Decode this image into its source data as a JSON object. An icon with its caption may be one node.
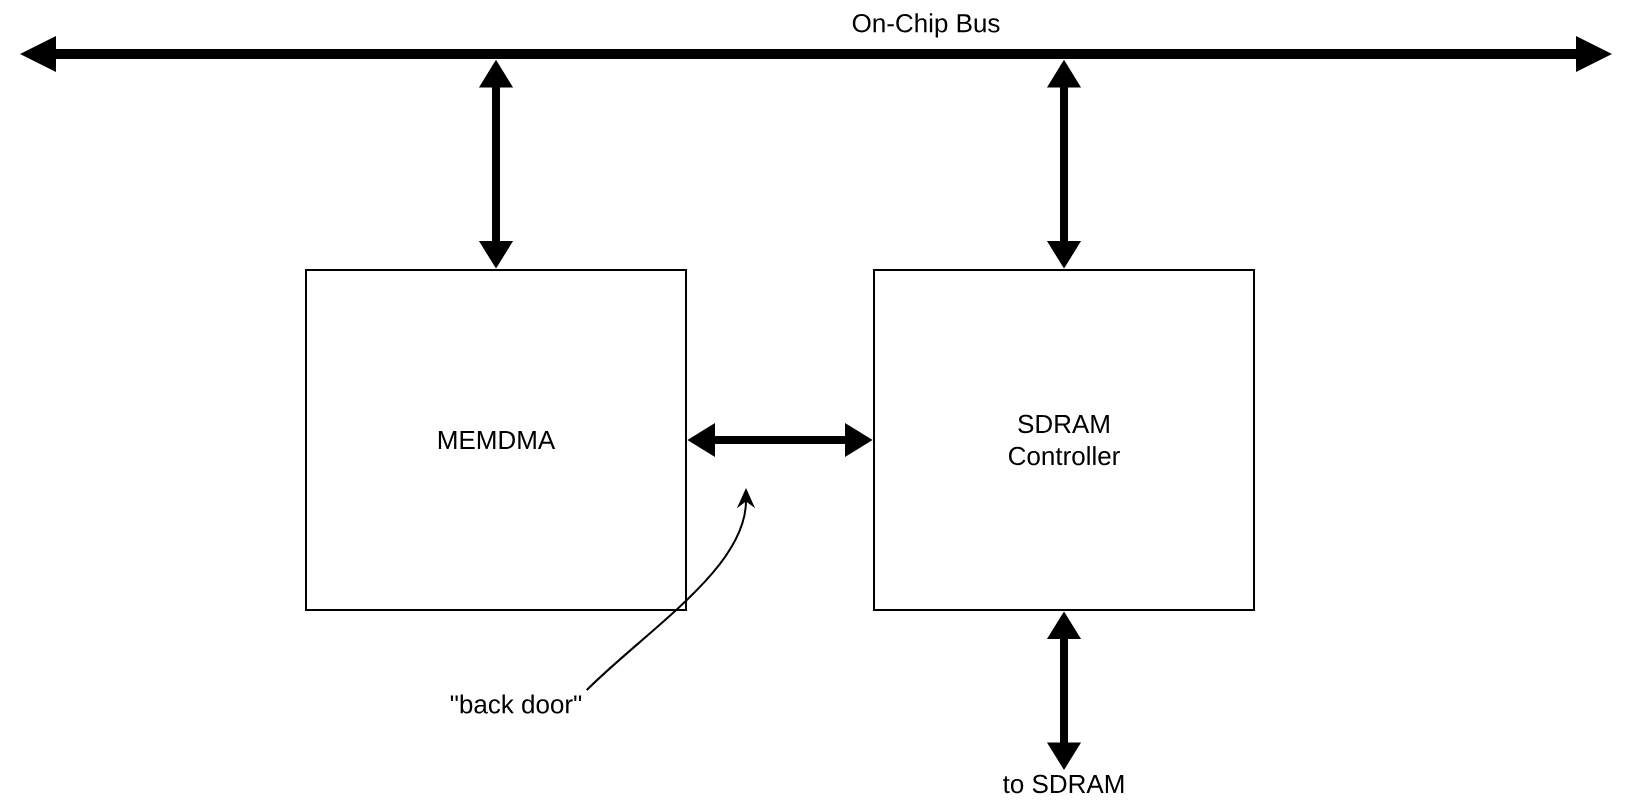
{
  "diagram": {
    "nodes": [
      {
        "text": [
          "On-Chip Bus"
        ]
      },
      {
        "text": [
          "MEMDMA"
        ]
      },
      {
        "text": [
          "SDRAM Controller"
        ]
      },
      {
        "text": [
          "to SDRAM"
        ]
      },
      {
        "text": [
          "\"back door\""
        ]
      }
    ],
    "edges": [
      {
        "from": 0,
        "to": 1,
        "arrow": "both"
      },
      {
        "from": 0,
        "to": 2,
        "arrow": "both"
      },
      {
        "from": 1,
        "to": 2,
        "arrow": "both"
      },
      {
        "from": 2,
        "to": 3,
        "arrow": "both"
      },
      {
        "from": 4,
        "to": null,
        "arrow": "to"
      }
    ]
  }
}
